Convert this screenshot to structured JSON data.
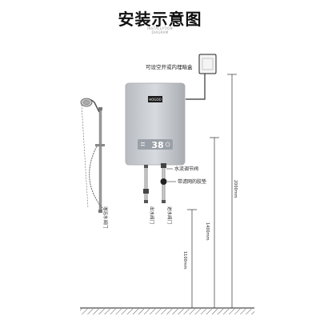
{
  "title": "安装示意图",
  "subtitle_line1": "INSTALLATION",
  "subtitle_line2": "DIAGRAM",
  "unit_brand": "HOGOO",
  "display_digits": "38",
  "labels": {
    "junction_box": "可设空开或内埋暗盒",
    "water_valve": "水流调节阀",
    "filter_gasket": "带滤网的胶垫",
    "shower_valve": "淋浴水阀门",
    "outlet_valve": "出水阀门",
    "inlet_valve": "进水阀门"
  },
  "dimensions": {
    "height_top": "2000mm",
    "height_middle": "1400mm",
    "height_bottom": "1100mm"
  }
}
